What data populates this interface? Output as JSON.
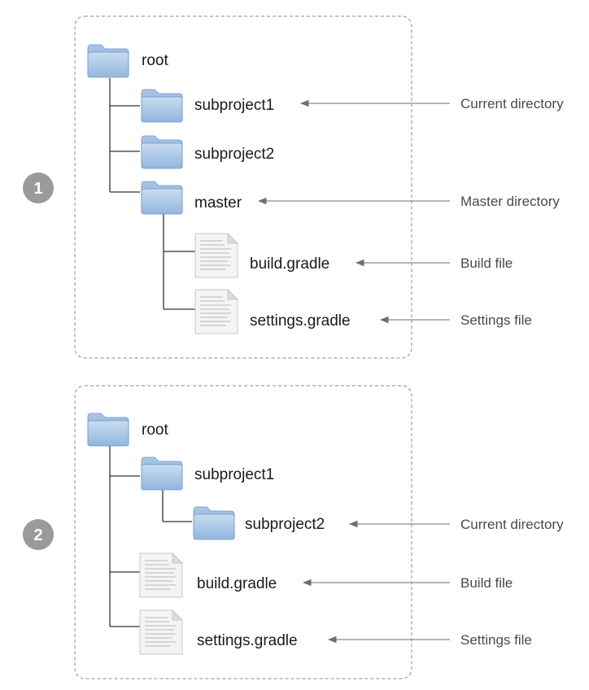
{
  "colors": {
    "tree_line": "#333333",
    "arrow_line": "#8a8a8a",
    "box_border": "#8a8a8a",
    "badge_fill": "#9a9a9a",
    "folder_light": "#bcd3ec",
    "folder_dark": "#7ea7d4",
    "file_paper": "#f4f4f2"
  },
  "icons": {
    "folder": "folder-icon",
    "file": "document-icon"
  },
  "scenario1": {
    "badge": "1",
    "root": "root",
    "subproject1": "subproject1",
    "subproject2": "subproject2",
    "master": "master",
    "build_file": "build.gradle",
    "settings_file": "settings.gradle",
    "notes": {
      "current": "Current directory",
      "master": "Master directory",
      "build": "Build file",
      "settings": "Settings file"
    }
  },
  "scenario2": {
    "badge": "2",
    "root": "root",
    "subproject1": "subproject1",
    "subproject2": "subproject2",
    "build_file": "build.gradle",
    "settings_file": "settings.gradle",
    "notes": {
      "current": "Current directory",
      "build": "Build file",
      "settings": "Settings file"
    }
  }
}
